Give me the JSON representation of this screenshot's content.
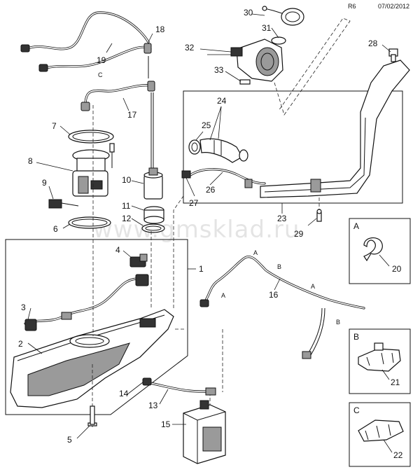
{
  "header": {
    "code": "R6",
    "date": "07/02/2012"
  },
  "watermark": "www.gmsklad.ru",
  "callouts": {
    "c1": "1",
    "c2": "2",
    "c3": "3",
    "c4": "4",
    "c5": "5",
    "c6": "6",
    "c7": "7",
    "c8": "8",
    "c9": "9",
    "c10": "10",
    "c11": "11",
    "c12": "12",
    "c13": "13",
    "c14": "14",
    "c15": "15",
    "c16": "16",
    "c17": "17",
    "c18": "18",
    "c19": "19",
    "c20": "20",
    "c21": "21",
    "c22": "22",
    "c23": "23",
    "c24": "24",
    "c25": "25",
    "c26": "26",
    "c27": "27",
    "c28": "28",
    "c29": "29",
    "c30": "30",
    "c31": "31",
    "c32": "32",
    "c33": "33"
  },
  "clip_markers": {
    "A": "A",
    "B": "B",
    "C": "C"
  },
  "detail_boxes": {
    "a_label": "A",
    "b_label": "B",
    "c_label": "C"
  }
}
